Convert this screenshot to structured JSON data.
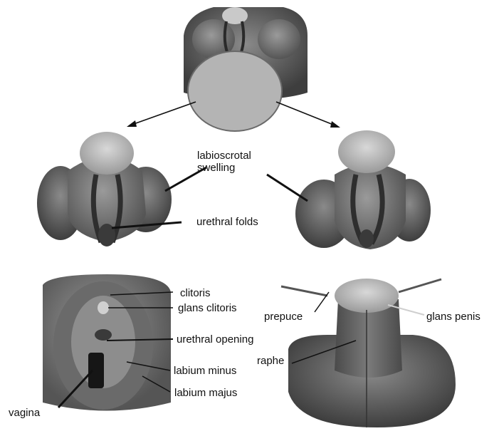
{
  "labels": {
    "labioscrotal_swelling_line1": "labioscrotal",
    "labioscrotal_swelling_line2": "swelling",
    "urethral_folds": "urethral folds",
    "clitoris": "clitoris",
    "glans_clitoris": "glans clitoris",
    "urethral_opening": "urethral opening",
    "labium_minus": "labium minus",
    "labium_majus": "labium majus",
    "vagina": "vagina",
    "prepuce": "prepuce",
    "glans_penis": "glans penis",
    "raphe": "raphe"
  },
  "colors": {
    "tissue_dark": "#585858",
    "tissue_mid": "#7a7a7a",
    "tissue_light": "#a8a8a8",
    "glans": "#c8c8c8",
    "line": "#111111"
  }
}
